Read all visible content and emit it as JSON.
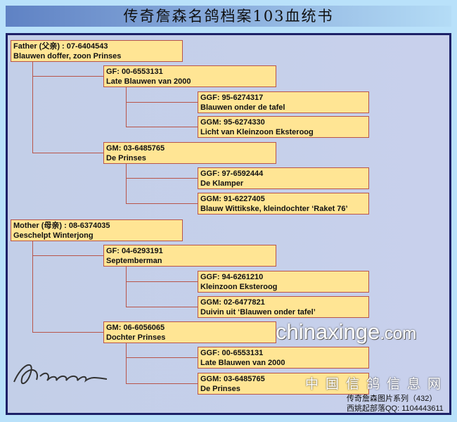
{
  "title": "传奇詹森名鸽档案103血统书",
  "father": {
    "id": "Father (父亲) : 07-6404543",
    "name": "Blauwen doffer, zoon Prinses",
    "gf": {
      "id": "GF: 00-6553131",
      "name": "Late Blauwen van 2000"
    },
    "gf_ggf": {
      "id": "GGF: 95-6274317",
      "name": "Blauwen onder de tafel"
    },
    "gf_ggm": {
      "id": "GGM: 95-6274330",
      "name": "Licht van Kleinzoon Eksteroog"
    },
    "gm": {
      "id": "GM: 03-6485765",
      "name": "De Prinses"
    },
    "gm_ggf": {
      "id": "GGF: 97-6592444",
      "name": "De Klamper"
    },
    "gm_ggm": {
      "id": "GGM: 91-6227405",
      "name": "Blauw Wittikske, kleindochter ‘Raket 76’"
    }
  },
  "mother": {
    "id": "Mother (母亲) : 08-6374035",
    "name": "Geschelpt Winterjong",
    "gf": {
      "id": "GF: 04-6293191",
      "name": "Septemberman"
    },
    "gf_ggf": {
      "id": "GGF: 94-6261210",
      "name": "Kleinzoon Eksteroog"
    },
    "gf_ggm": {
      "id": "GGM: 02-6477821",
      "name": "Duivin uit ‘Blauwen onder tafel’"
    },
    "gm": {
      "id": "GM: 06-6056065",
      "name": "Dochter Prinses"
    },
    "gm_ggf": {
      "id": "GGF: 00-6553131",
      "name": "Late Blauwen van 2000"
    },
    "gm_ggm": {
      "id": "GGM: 03-6485765",
      "name": "De Prinses"
    }
  },
  "watermark": {
    "site": "chinaxinge",
    "tld": ".com",
    "cn": "中国信鸽信息网"
  },
  "series": "传奇詹森图片系列（432）",
  "credit": "西姚起部落QQ: 1104443611"
}
